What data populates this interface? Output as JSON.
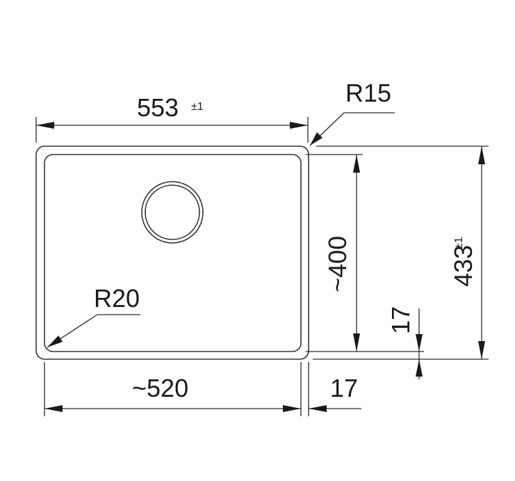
{
  "drawing": {
    "overall_width": {
      "value": "553",
      "tolerance": "±1"
    },
    "overall_depth": {
      "value": "433",
      "tolerance": "±1"
    },
    "bowl_width": {
      "value": "~520"
    },
    "bowl_depth": {
      "value": "~400"
    },
    "rim_side": {
      "value": "17"
    },
    "rim_bottom": {
      "value": "17"
    },
    "outer_radius": {
      "value": "R15"
    },
    "inner_radius": {
      "value": "R20"
    }
  }
}
